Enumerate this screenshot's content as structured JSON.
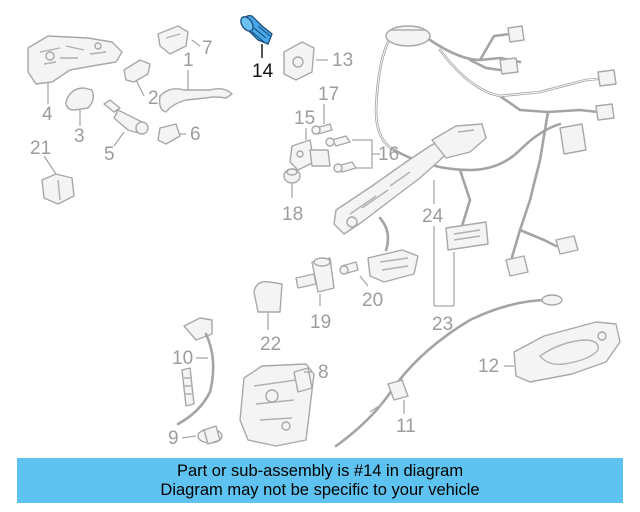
{
  "diagram": {
    "callouts": [
      "1",
      "2",
      "3",
      "4",
      "5",
      "6",
      "7",
      "8",
      "9",
      "10",
      "11",
      "12",
      "13",
      "14",
      "15",
      "16",
      "17",
      "18",
      "19",
      "20",
      "21",
      "22",
      "23",
      "24"
    ],
    "highlighted_part": "14",
    "highlight_color": "#4aa8e8"
  },
  "banner": {
    "line1": "Part or sub-assembly is #14 in diagram",
    "line2": "Diagram may not be specific to your vehicle",
    "background": "#5ec3f0"
  }
}
